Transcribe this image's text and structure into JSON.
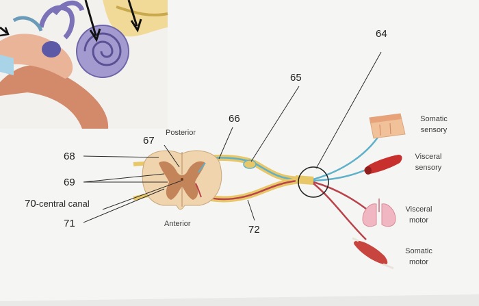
{
  "numbers": {
    "n64": "64",
    "n65": "65",
    "n66": "66",
    "n67": "67",
    "n68": "68",
    "n69": "69",
    "n70": "70",
    "n70_suffix": "-central canal",
    "n71": "71",
    "n72": "72"
  },
  "labels": {
    "posterior": "Posterior",
    "anterior": "Anterior",
    "somatic_sensory": [
      "Somatic",
      "sensory"
    ],
    "visceral_sensory": [
      "Visceral",
      "sensory"
    ],
    "visceral_motor": [
      "Visceral",
      "motor"
    ],
    "somatic_motor": [
      "Somatic",
      "motor"
    ]
  },
  "colors": {
    "background": "#e9e9e7",
    "card": "#f4f4f2",
    "sensory_fiber": "#5fb0c9",
    "motor_fiber": "#b9434a",
    "nerve_yellow": "#e8c768",
    "grey_matter": "#c4845a",
    "white_matter": "#f0d4ad",
    "ear_purple": "#9a92c8"
  },
  "icons": [
    "ear-illustration",
    "spinal-cord-section",
    "skin-icon",
    "blood-vessel-icon",
    "lungs-icon",
    "muscle-icon"
  ]
}
